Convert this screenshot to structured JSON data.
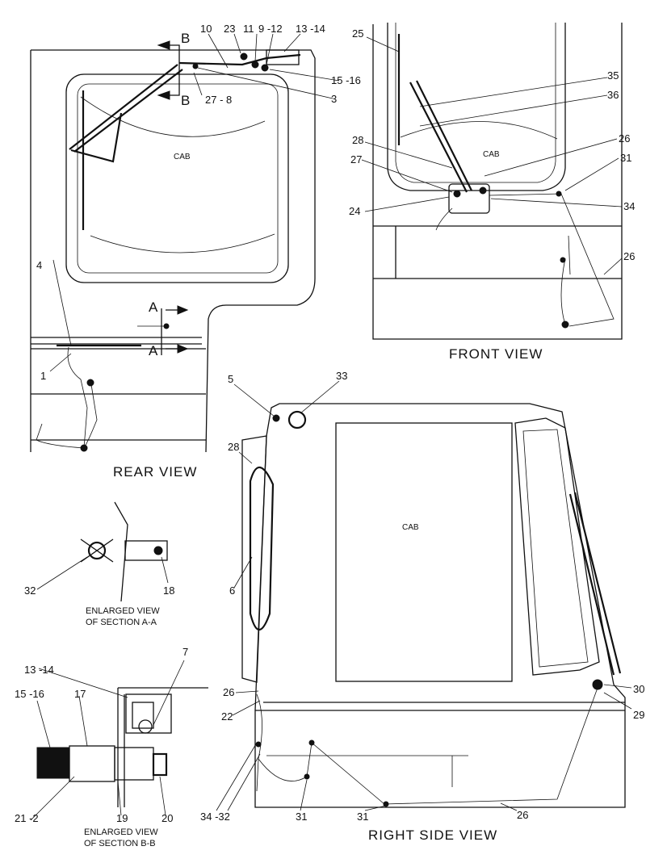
{
  "rear_view": {
    "title": "REAR VIEW",
    "cab_label": "CAB",
    "section_a": "A",
    "section_b": "B",
    "callouts": [
      "10",
      "23",
      "11",
      "9 -12",
      "13 -14",
      "15 -16",
      "3",
      "27 - 8",
      "4",
      "1"
    ]
  },
  "front_view": {
    "title": "FRONT  VIEW",
    "cab_label": "CAB",
    "callouts": [
      "25",
      "35",
      "36",
      "28",
      "26",
      "27",
      "31",
      "24",
      "34",
      "26"
    ]
  },
  "right_side_view": {
    "title": "RIGHT  SIDE  VIEW",
    "cab_label": "CAB",
    "callouts": [
      "5",
      "33",
      "28",
      "6",
      "26",
      "22",
      "34 -32",
      "31",
      "31",
      "26",
      "30",
      "29"
    ]
  },
  "section_a_a": {
    "caption_line1": "ENLARGED VIEW",
    "caption_line2": "OF SECTION A-A",
    "callouts": [
      "32",
      "18"
    ]
  },
  "section_b_b": {
    "caption_line1": "ENLARGED VIEW",
    "caption_line2": "OF SECTION B-B",
    "callouts": [
      "13 -14",
      "7",
      "15 -16",
      "17",
      "21 -2",
      "19",
      "20"
    ]
  }
}
